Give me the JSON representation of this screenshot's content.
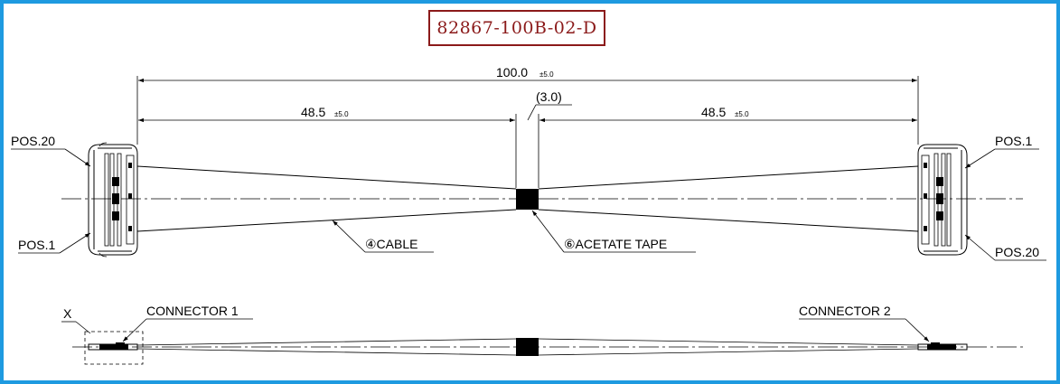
{
  "title": {
    "part_number": "82867-100B-02-D"
  },
  "dimensions": {
    "overall_value": "100.0",
    "overall_tolerance": "±5.0",
    "left_value": "48.5",
    "left_tolerance": "±5.0",
    "right_value": "48.5",
    "right_tolerance": "±5.0",
    "tape_width": "(3.0)"
  },
  "labels": {
    "left_pos_top": "POS.20",
    "left_pos_bottom": "POS.1",
    "right_pos_top": "POS.1",
    "right_pos_bottom": "POS.20",
    "cable": "④CABLE",
    "tape": "⑥ACETATE TAPE",
    "detail_x": "X",
    "connector_1": "CONNECTOR 1",
    "connector_2": "CONNECTOR 2"
  },
  "colors": {
    "frame": "#1e9ae0",
    "title_border": "#8b1a1a",
    "title_text": "#8b1a1a"
  }
}
